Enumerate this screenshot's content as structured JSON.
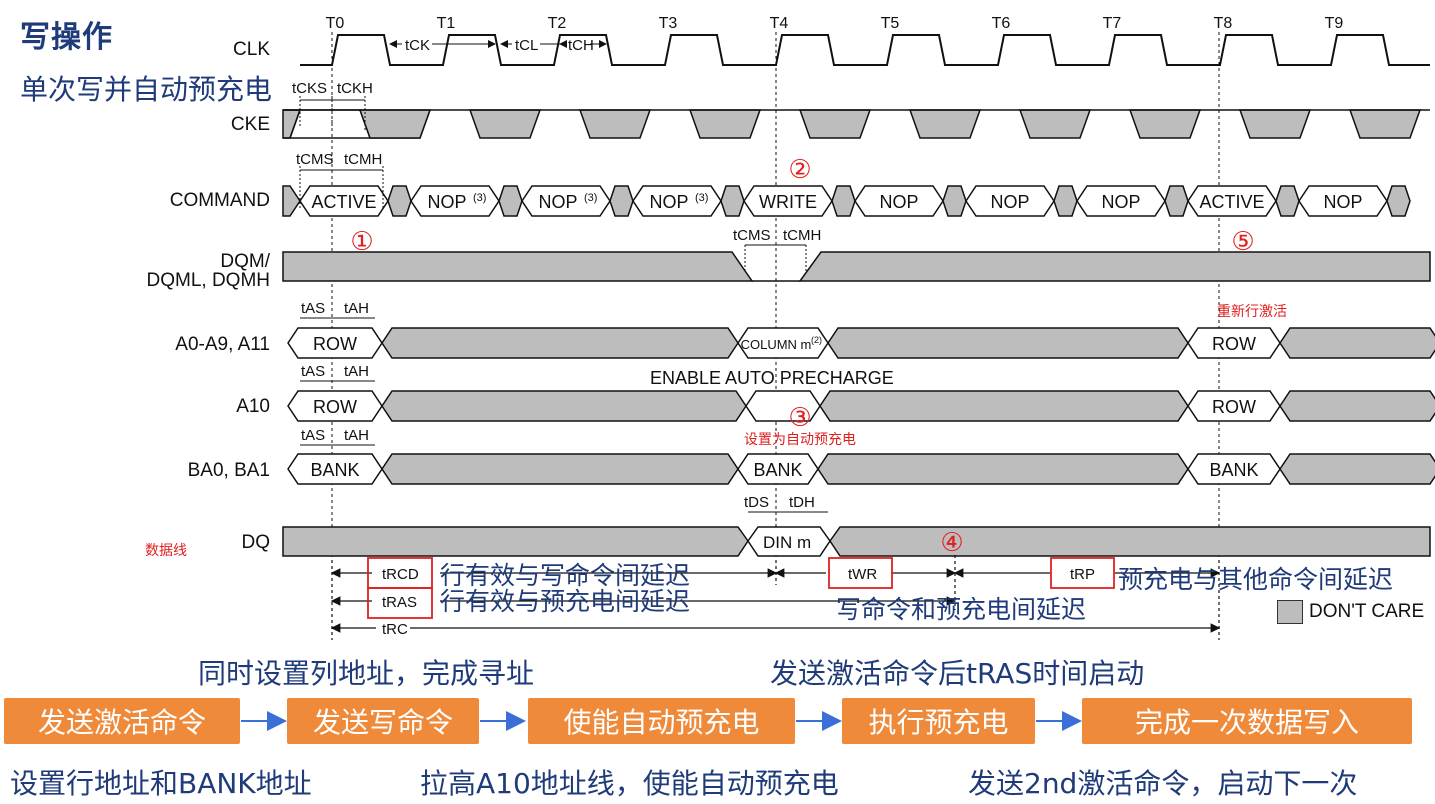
{
  "title": "写操作",
  "subtitle": "单次写并自动预充电",
  "signals": {
    "clk": "CLK",
    "cke": "CKE",
    "command": "COMMAND",
    "dqm_line1": "DQM/",
    "dqm_line2": "DQML, DQMH",
    "addr": "A0-A9, A11",
    "a10": "A10",
    "ba": "BA0, BA1",
    "dq": "DQ"
  },
  "clock_ticks": [
    "T0",
    "T1",
    "T2",
    "T3",
    "T4",
    "T5",
    "T6",
    "T7",
    "T8",
    "T9"
  ],
  "commands": [
    "ACTIVE",
    "NOP",
    "NOP",
    "NOP",
    "WRITE",
    "NOP",
    "NOP",
    "NOP",
    "ACTIVE",
    "NOP"
  ],
  "nop_superscript": "(3)",
  "addr_values": {
    "row": "ROW",
    "column": "COLUMN m",
    "column_sup": "(2)",
    "bank": "BANK",
    "din": "DIN m"
  },
  "timing_labels": {
    "tck": "tCK",
    "tcl": "tCL",
    "tch": "tCH",
    "tcks": "tCKS",
    "tckh": "tCKH",
    "tcms": "tCMS",
    "tcmh": "tCMH",
    "tas": "tAS",
    "tah": "tAH",
    "tds": "tDS",
    "tdh": "tDH",
    "trcd": "tRCD",
    "tras": "tRAS",
    "trc": "tRC",
    "twr": "tWR",
    "trp": "tRP"
  },
  "enable_auto_precharge": "ENABLE AUTO PRECHARGE",
  "markers": [
    "①",
    "②",
    "③",
    "④",
    "⑤"
  ],
  "red_notes": {
    "reactivate": "重新行激活",
    "set_auto_precharge": "设置为自动预充电",
    "data_line": "数据线"
  },
  "delay_notes": {
    "trcd": "行有效与写命令间延迟",
    "tras": "行有效与预充电间延迟",
    "twr": "写命令和预充电间延迟",
    "trp": "预充电与其他命令间延迟"
  },
  "legend": "DON'T CARE",
  "flow": {
    "steps": [
      "发送激活命令",
      "发送写命令",
      "使能自动预充电",
      "执行预充电",
      "完成一次数据写入"
    ],
    "top_notes": [
      "同时设置列地址，完成寻址",
      "发送激活命令后tRAS时间启动"
    ],
    "bottom_notes": [
      "设置行地址和BANK地址",
      "拉高A10地址线，使能自动预充电",
      "发送2nd激活命令，启动下一次"
    ]
  },
  "colors": {
    "orange": "#ee8a3a",
    "navy": "#1f3b7a",
    "red": "#e02020",
    "gray": "#bdbdbd"
  }
}
